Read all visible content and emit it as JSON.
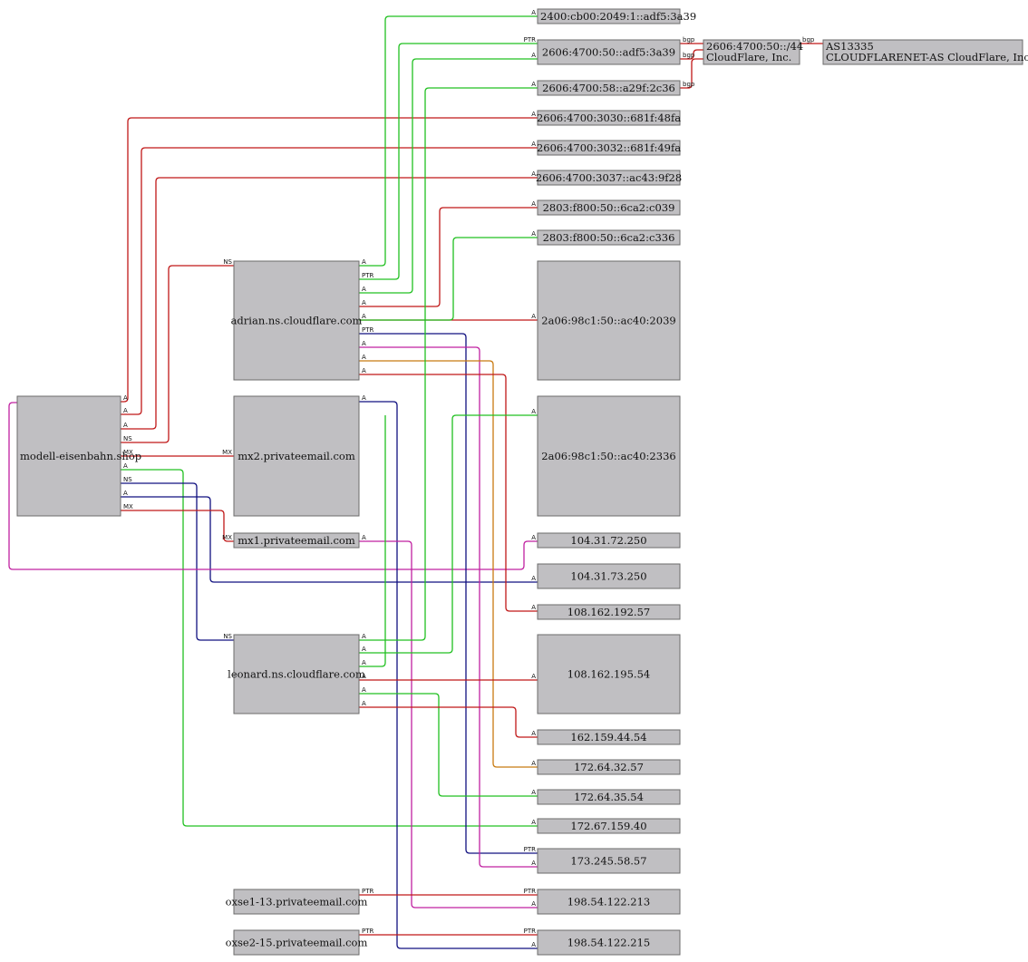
{
  "colors": {
    "red": "#c01818",
    "green": "#20c020",
    "blue": "#101080",
    "magenta": "#c020a0",
    "orange": "#c87a10"
  },
  "nodes": {
    "modell": "modell-eisenbahn.shop",
    "adrian": "adrian.ns.cloudflare.com",
    "mx2": "mx2.privateemail.com",
    "mx1": "mx1.privateemail.com",
    "leonard": "leonard.ns.cloudflare.com",
    "oxse1": "oxse1-13.privateemail.com",
    "oxse2": "oxse2-15.privateemail.com",
    "v6_2400": "2400:cb00:2049:1::adf5:3a39",
    "v6_2606_50": "2606:4700:50::adf5:3a39",
    "v6_2606_58": "2606:4700:58::a29f:2c36",
    "v6_3030": "2606:4700:3030::681f:48fa",
    "v6_3032": "2606:4700:3032::681f:49fa",
    "v6_3037": "2606:4700:3037::ac43:9f28",
    "v6_2803_c039": "2803:f800:50::6ca2:c039",
    "v6_2803_c336": "2803:f800:50::6ca2:c336",
    "v6_2a06_2039": "2a06:98c1:50::ac40:2039",
    "v6_2a06_2336": "2a06:98c1:50::ac40:2336",
    "ip_104_72": "104.31.72.250",
    "ip_104_73": "104.31.73.250",
    "ip_108_192": "108.162.192.57",
    "ip_108_195": "108.162.195.54",
    "ip_162": "162.159.44.54",
    "ip_172_32": "172.64.32.57",
    "ip_172_35": "172.64.35.54",
    "ip_172_67": "172.67.159.40",
    "ip_173": "173.245.58.57",
    "ip_198_213": "198.54.122.213",
    "ip_198_215": "198.54.122.215",
    "prefix_line1": "2606:4700:50::/44",
    "prefix_line2": "CloudFlare, Inc.",
    "asn_line1": "AS13335",
    "asn_line2": "CLOUDFLARENET-AS CloudFlare, Inc."
  },
  "edge_labels": {
    "a": "A",
    "ptr": "PTR",
    "ns": "NS",
    "mx": "MX",
    "bgp": "bgp"
  }
}
